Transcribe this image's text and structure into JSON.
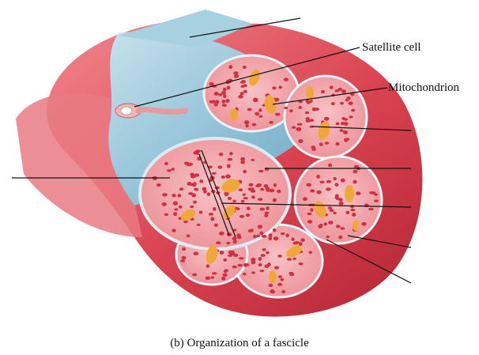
{
  "labels": {
    "satellite_cell": "Satellite cell",
    "mitochondrion": "Mitochondrion"
  },
  "caption": "(b) Organization of a fascicle",
  "colors": {
    "epimysium": "#e3575f",
    "perimysium": "#8fc1d6",
    "fiber_fill": "#f3aeb3",
    "myofibril": "#cf3142",
    "mitochondria": "#f0a73a",
    "leader_lines": "#111111"
  }
}
